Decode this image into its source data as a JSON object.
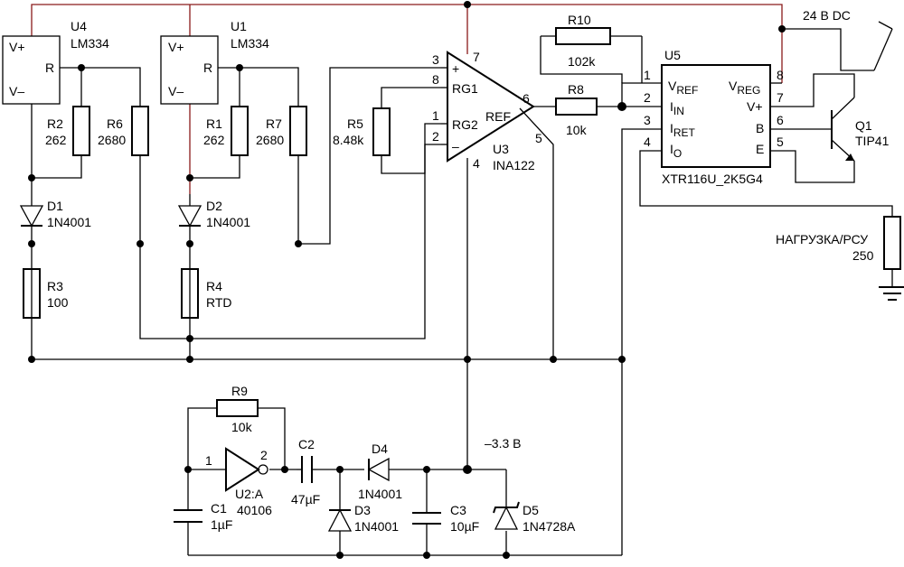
{
  "components": {
    "u4": {
      "ref": "U4",
      "part": "LM334",
      "pin_vplus": "V+",
      "pin_vminus": "V–",
      "pin_r": "R"
    },
    "u1": {
      "ref": "U1",
      "part": "LM334",
      "pin_vplus": "V+",
      "pin_vminus": "V–",
      "pin_r": "R"
    },
    "r2": {
      "ref": "R2",
      "value": "262"
    },
    "r6": {
      "ref": "R6",
      "value": "2680"
    },
    "r1": {
      "ref": "R1",
      "value": "262"
    },
    "r7": {
      "ref": "R7",
      "value": "2680"
    },
    "d1": {
      "ref": "D1",
      "value": "1N4001"
    },
    "d2": {
      "ref": "D2",
      "value": "1N4001"
    },
    "r3": {
      "ref": "R3",
      "value": "100"
    },
    "r4": {
      "ref": "R4",
      "value": "RTD"
    },
    "r5": {
      "ref": "R5",
      "value": "8.48k"
    },
    "u3": {
      "ref": "U3",
      "part": "INA122",
      "pin_rg1": "RG1",
      "pin_rg2": "RG2",
      "pin_ref": "REF",
      "sym_plus": "+",
      "sym_minus": "–",
      "pin3": "3",
      "pin8": "8",
      "pin1": "1",
      "pin2": "2",
      "pin7": "7",
      "pin4": "4",
      "pin6": "6",
      "pin5": "5"
    },
    "r10": {
      "ref": "R10",
      "value": "102k"
    },
    "r8": {
      "ref": "R8",
      "value": "10k"
    },
    "u5": {
      "ref": "U5",
      "part": "XTR116U_2K5G4",
      "pin_vref": "V",
      "pin_vref_sub": "REF",
      "pin_iin": "I",
      "pin_iin_sub": "IN",
      "pin_iret": "I",
      "pin_iret_sub": "RET",
      "pin_io": "I",
      "pin_io_sub": "O",
      "pin_vreg": "V",
      "pin_vreg_sub": "REG",
      "pin_vplus": "V+",
      "pin_b": "B",
      "pin_e": "E",
      "pin1": "1",
      "pin2": "2",
      "pin3": "3",
      "pin4": "4",
      "pin8": "8",
      "pin7": "7",
      "pin6": "6",
      "pin5": "5"
    },
    "q1": {
      "ref": "Q1",
      "part": "TIP41"
    },
    "supply": {
      "label": "24 B DC"
    },
    "load": {
      "label": "НАГРУЗКА/РСУ",
      "value": "250"
    },
    "r9": {
      "ref": "R9",
      "value": "10k"
    },
    "u2": {
      "ref": "U2:A",
      "part": "40106",
      "pin1": "1",
      "pin2": "2"
    },
    "c1": {
      "ref": "C1",
      "value": "1µF"
    },
    "c2": {
      "ref": "C2",
      "value": "47µF"
    },
    "d4": {
      "ref": "D4",
      "value": "1N4001"
    },
    "d3": {
      "ref": "D3",
      "value": "1N4001"
    },
    "c3": {
      "ref": "C3",
      "value": "10µF"
    },
    "d5": {
      "ref": "D5",
      "value": "1N4728A"
    },
    "neg_rail": {
      "label": "–3.3 B"
    }
  }
}
